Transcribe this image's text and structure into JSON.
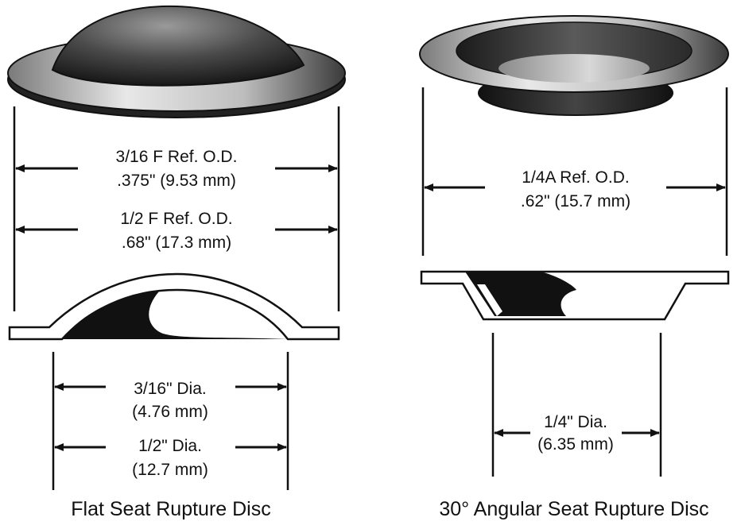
{
  "flat_seat": {
    "caption": "Flat Seat Rupture Disc",
    "outer_small": {
      "line1": "3/16 F Ref. O.D.",
      "line2": ".375\" (9.53 mm)"
    },
    "outer_large": {
      "line1": "1/2 F Ref. O.D.",
      "line2": ".68\" (17.3 mm)"
    },
    "inner_small": {
      "line1": "3/16\" Dia.",
      "line2": "(4.76 mm)"
    },
    "inner_large": {
      "line1": "1/2\" Dia.",
      "line2": "(12.7 mm)"
    }
  },
  "angular_seat": {
    "caption": "30° Angular Seat Rupture Disc",
    "outer": {
      "line1": "1/4A Ref. O.D.",
      "line2": ".62\" (15.7 mm)"
    },
    "inner": {
      "line1": "1/4\" Dia.",
      "line2": "(6.35 mm)"
    }
  },
  "colors": {
    "ink": "#111111",
    "background": "#ffffff"
  }
}
